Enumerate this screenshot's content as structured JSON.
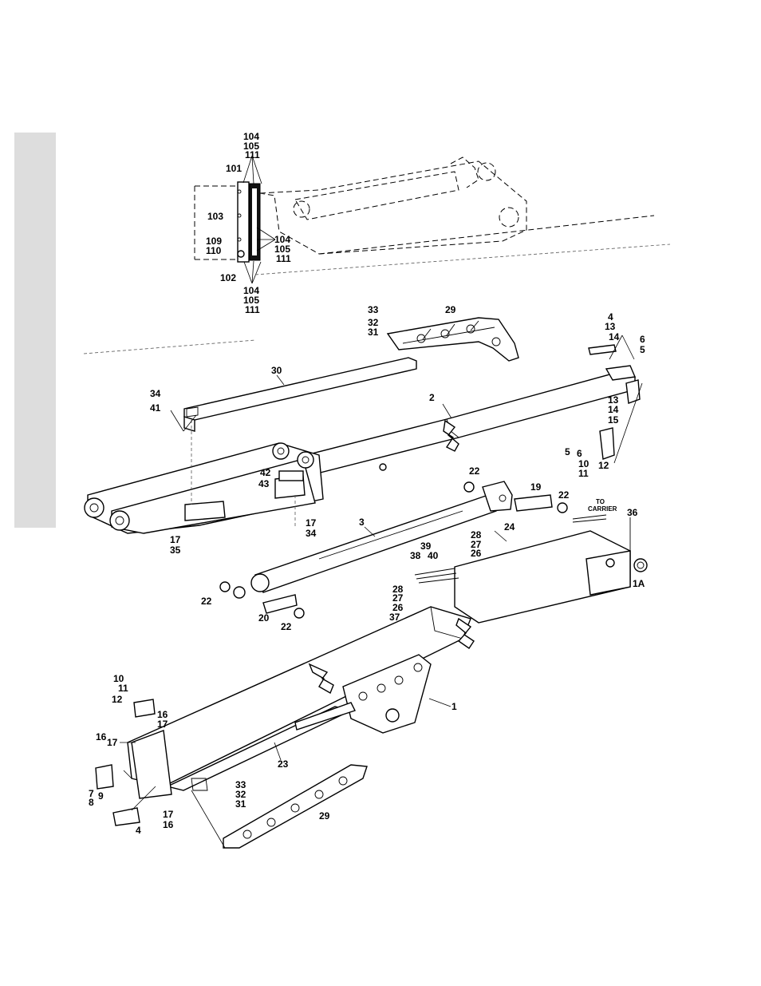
{
  "labels": {
    "p104a": "104",
    "p105a": "105",
    "p111a": "111",
    "p101": "101",
    "p103": "103",
    "p109": "109",
    "p110": "110",
    "p102": "102",
    "p104b": "104",
    "p105b": "105",
    "p111b": "111",
    "p104c": "104",
    "p105c": "105",
    "p111c": "111",
    "p33a": "33",
    "p32a": "32",
    "p31a": "31",
    "p29a": "29",
    "p4a": "4",
    "p13a": "13",
    "p14a": "14",
    "p6a": "6",
    "p5a": "5",
    "p30": "30",
    "p34a": "34",
    "p41": "41",
    "p2": "2",
    "p13b": "13",
    "p14b": "14",
    "p15": "15",
    "p5b": "5",
    "p6b": "6",
    "p10a": "10",
    "p11a": "11",
    "p12a": "12",
    "p42": "42",
    "p43": "43",
    "p17a": "17",
    "p34b": "34",
    "p17b": "17",
    "p35": "35",
    "p22a": "22",
    "p19": "19",
    "p22b": "22",
    "p3": "3",
    "to1": "TO",
    "to2": "CARRIER",
    "p36": "36",
    "p28a": "28",
    "p27a": "27",
    "p26a": "26",
    "p24": "24",
    "p39": "39",
    "p38": "38",
    "p40": "40",
    "p1A": "1A",
    "p22c": "22",
    "p20": "20",
    "p22d": "22",
    "p28b": "28",
    "p27b": "27",
    "p26b": "26",
    "p37": "37",
    "p10b": "10",
    "p11b": "11",
    "p12b": "12",
    "p16a": "16",
    "p17c": "17",
    "p16b": "16",
    "p17d": "17",
    "p7": "7",
    "p8": "8",
    "p9": "9",
    "p1": "1",
    "p23": "23",
    "p33b": "33",
    "p32b": "32",
    "p31b": "31",
    "p29b": "29",
    "p17e": "17",
    "p16c": "16",
    "p4b": "4"
  }
}
